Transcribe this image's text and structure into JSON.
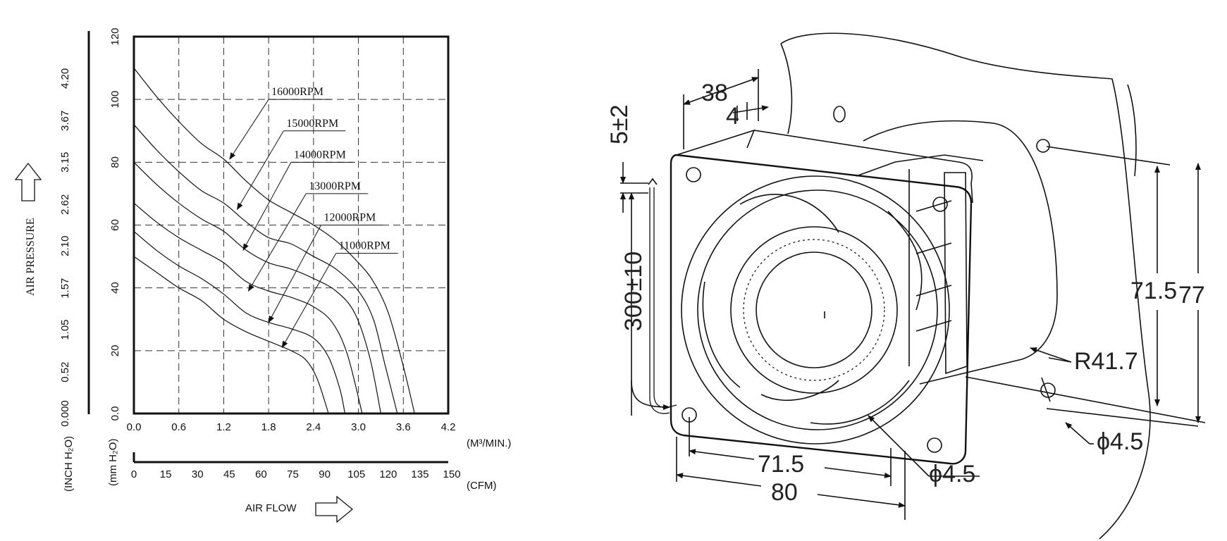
{
  "chart_data": {
    "type": "line",
    "xlabel": "AIR FLOW",
    "ylabel": "AIR PRESSURE",
    "x_unit_primary": "(M³/MIN.)",
    "x_unit_secondary": "(CFM)",
    "y_unit_primary": "(mm H₂O)",
    "y_unit_secondary": "(INCH H₂O)",
    "xlim": [
      0,
      4.2
    ],
    "ylim": [
      0,
      120
    ],
    "x_ticks": [
      "0.0",
      "0.6",
      "1.2",
      "1.8",
      "2.4",
      "3.0",
      "3.6",
      "4.2"
    ],
    "y_ticks": [
      "0.0",
      "20",
      "40",
      "60",
      "80",
      "100",
      "120"
    ],
    "cfm_ticks": [
      "0",
      "15",
      "30",
      "45",
      "60",
      "75",
      "90",
      "105",
      "120",
      "135",
      "150"
    ],
    "inch_ticks": [
      "0.000",
      "0.52",
      "1.05",
      "1.57",
      "2.10",
      "2.62",
      "3.15",
      "3.67",
      "4.20"
    ],
    "grid": true,
    "series": [
      {
        "name": "16000RPM",
        "label_at": [
          1.8,
          100
        ],
        "arrow_to": [
          1.28,
          81
        ],
        "points": [
          [
            0,
            110
          ],
          [
            0.3,
            101
          ],
          [
            0.6,
            93
          ],
          [
            0.9,
            86
          ],
          [
            1.2,
            81
          ],
          [
            1.5,
            74
          ],
          [
            1.8,
            68
          ],
          [
            2.1,
            64
          ],
          [
            2.4,
            60
          ],
          [
            2.7,
            55
          ],
          [
            3.0,
            48
          ],
          [
            3.2,
            42
          ],
          [
            3.4,
            32
          ],
          [
            3.6,
            15
          ],
          [
            3.75,
            0
          ]
        ]
      },
      {
        "name": "15000RPM",
        "label_at": [
          2.0,
          90
        ],
        "arrow_to": [
          1.38,
          65
        ],
        "points": [
          [
            0,
            92
          ],
          [
            0.3,
            84
          ],
          [
            0.6,
            77
          ],
          [
            0.9,
            71
          ],
          [
            1.2,
            67
          ],
          [
            1.5,
            61
          ],
          [
            1.8,
            56
          ],
          [
            2.1,
            54
          ],
          [
            2.4,
            50
          ],
          [
            2.7,
            46
          ],
          [
            3.0,
            39
          ],
          [
            3.2,
            30
          ],
          [
            3.35,
            16
          ],
          [
            3.52,
            0
          ]
        ]
      },
      {
        "name": "14000RPM",
        "label_at": [
          2.1,
          80
        ],
        "arrow_to": [
          1.46,
          52
        ],
        "points": [
          [
            0,
            80
          ],
          [
            0.3,
            73
          ],
          [
            0.6,
            67
          ],
          [
            0.9,
            62
          ],
          [
            1.2,
            58
          ],
          [
            1.5,
            52
          ],
          [
            1.8,
            48
          ],
          [
            2.1,
            46
          ],
          [
            2.4,
            43
          ],
          [
            2.7,
            39
          ],
          [
            2.95,
            32
          ],
          [
            3.15,
            18
          ],
          [
            3.3,
            0
          ]
        ]
      },
      {
        "name": "13000RPM",
        "label_at": [
          2.3,
          70
        ],
        "arrow_to": [
          1.53,
          39
        ],
        "points": [
          [
            0,
            67
          ],
          [
            0.3,
            61
          ],
          [
            0.6,
            56
          ],
          [
            0.9,
            52
          ],
          [
            1.2,
            48
          ],
          [
            1.5,
            42
          ],
          [
            1.8,
            39
          ],
          [
            2.1,
            37
          ],
          [
            2.4,
            34
          ],
          [
            2.65,
            29
          ],
          [
            2.85,
            19
          ],
          [
            3.05,
            0
          ]
        ]
      },
      {
        "name": "12000RPM",
        "label_at": [
          2.5,
          60
        ],
        "arrow_to": [
          1.8,
          29
        ],
        "points": [
          [
            0,
            58
          ],
          [
            0.3,
            52
          ],
          [
            0.6,
            47
          ],
          [
            0.9,
            43
          ],
          [
            1.2,
            38
          ],
          [
            1.5,
            32
          ],
          [
            1.8,
            29
          ],
          [
            2.1,
            27
          ],
          [
            2.4,
            24
          ],
          [
            2.6,
            18
          ],
          [
            2.75,
            8
          ],
          [
            2.82,
            0
          ]
        ]
      },
      {
        "name": "11000RPM",
        "label_at": [
          2.7,
          51
        ],
        "arrow_to": [
          1.98,
          21
        ],
        "points": [
          [
            0,
            50
          ],
          [
            0.3,
            45
          ],
          [
            0.6,
            40
          ],
          [
            0.9,
            36
          ],
          [
            1.2,
            30
          ],
          [
            1.5,
            26
          ],
          [
            1.8,
            23
          ],
          [
            2.1,
            20
          ],
          [
            2.3,
            17
          ],
          [
            2.45,
            11
          ],
          [
            2.6,
            0
          ]
        ]
      }
    ]
  },
  "drawing": {
    "dimensions": {
      "width_38": "38",
      "offset_4": "4",
      "lead_5": "5±2",
      "lead_length": "300±10",
      "hole_pitch_h": "71.5",
      "frame_h": "80",
      "hole_dia_front": "ϕ4.5",
      "hole_pitch_v": "71.5",
      "frame_v": "77",
      "radius": "R41.7",
      "hole_dia_side": "ϕ4.5"
    }
  }
}
